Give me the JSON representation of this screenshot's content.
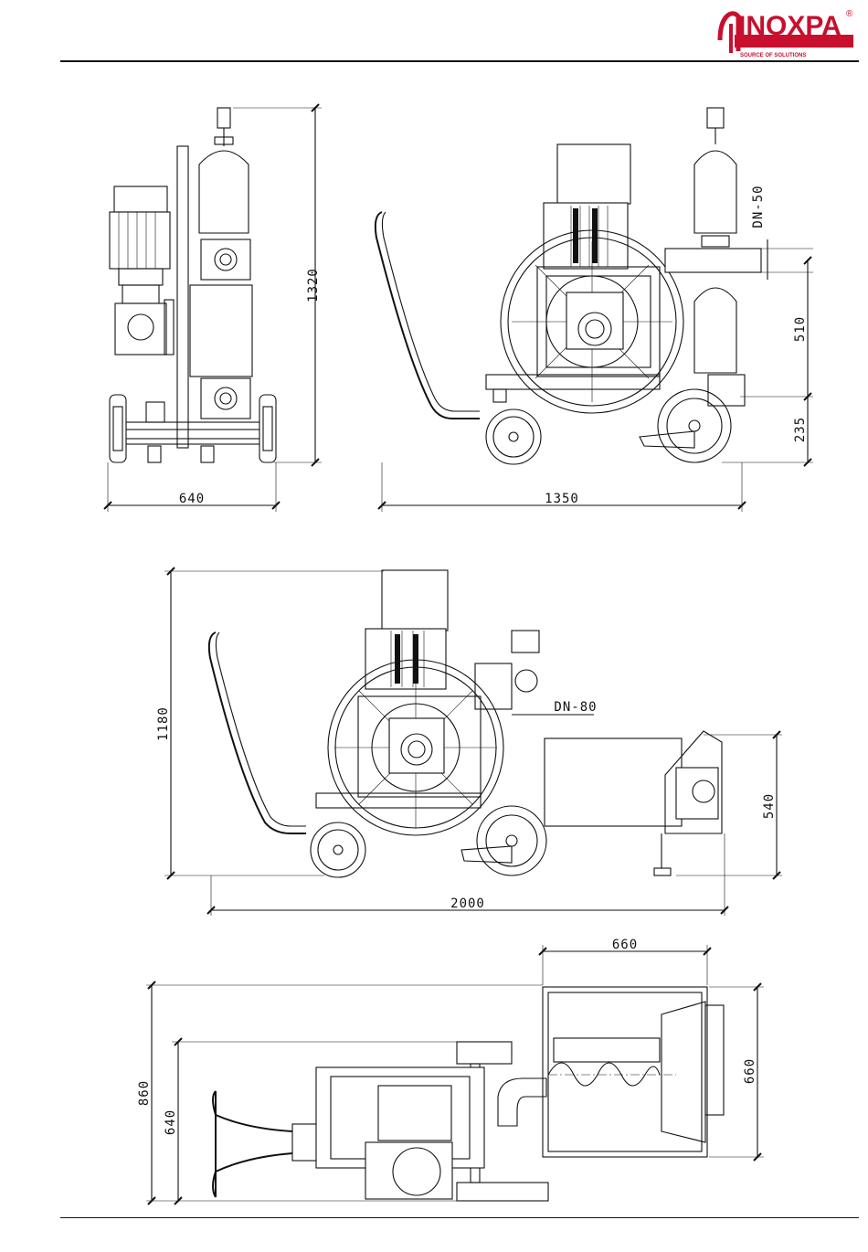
{
  "brand": {
    "name": "INOXPA",
    "registered": "®",
    "tagline": "SOURCE OF SOLUTIONS",
    "color": "#c8102e"
  },
  "views": {
    "front": {
      "width": "640",
      "height": "1320"
    },
    "side": {
      "length": "1350",
      "outlet": "DN-50",
      "connection_height": "510",
      "base_height": "235"
    },
    "elevation": {
      "height": "1180",
      "outlet": "DN-80",
      "hopper_height": "540",
      "length": "2000"
    },
    "plan": {
      "hopper_width": "660",
      "hopper_depth": "660",
      "width": "860",
      "frame_width": "640"
    }
  }
}
